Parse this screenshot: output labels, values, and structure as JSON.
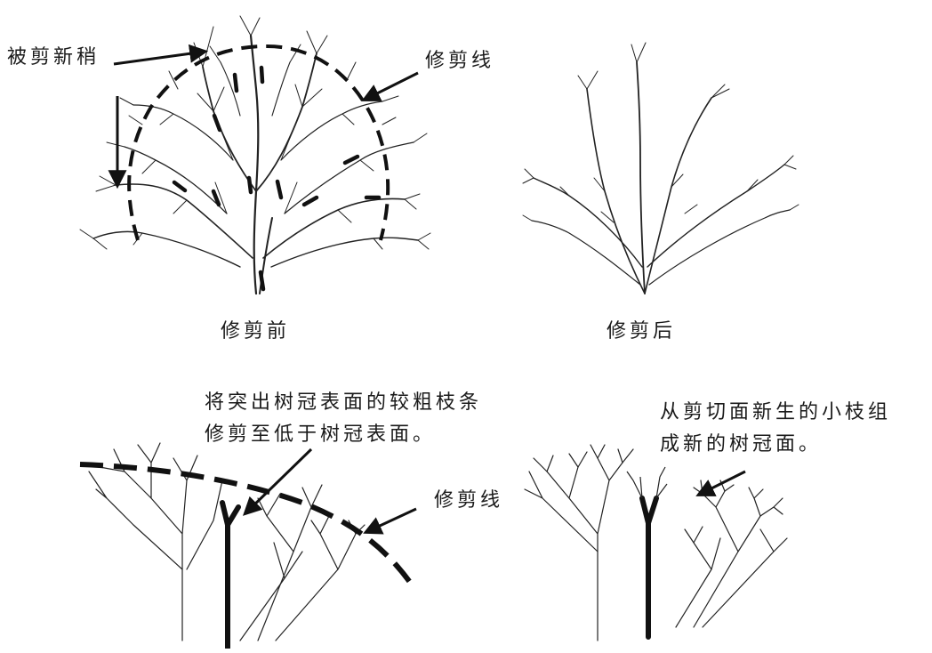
{
  "top_left": {
    "caption": "修剪前",
    "label_shoot": "被剪新稍",
    "label_line": "修剪线"
  },
  "top_right": {
    "caption": "修剪后"
  },
  "bottom_left": {
    "note_line1": "将突出树冠表面的较粗枝条",
    "note_line2": "修剪至低于树冠表面。",
    "label_line": "修剪线"
  },
  "bottom_right": {
    "note_line1": "从剪切面新生的小枝组",
    "note_line2": "成新的树冠面。"
  },
  "colors": {
    "ink": "#1a1a1a",
    "background": "#ffffff"
  }
}
